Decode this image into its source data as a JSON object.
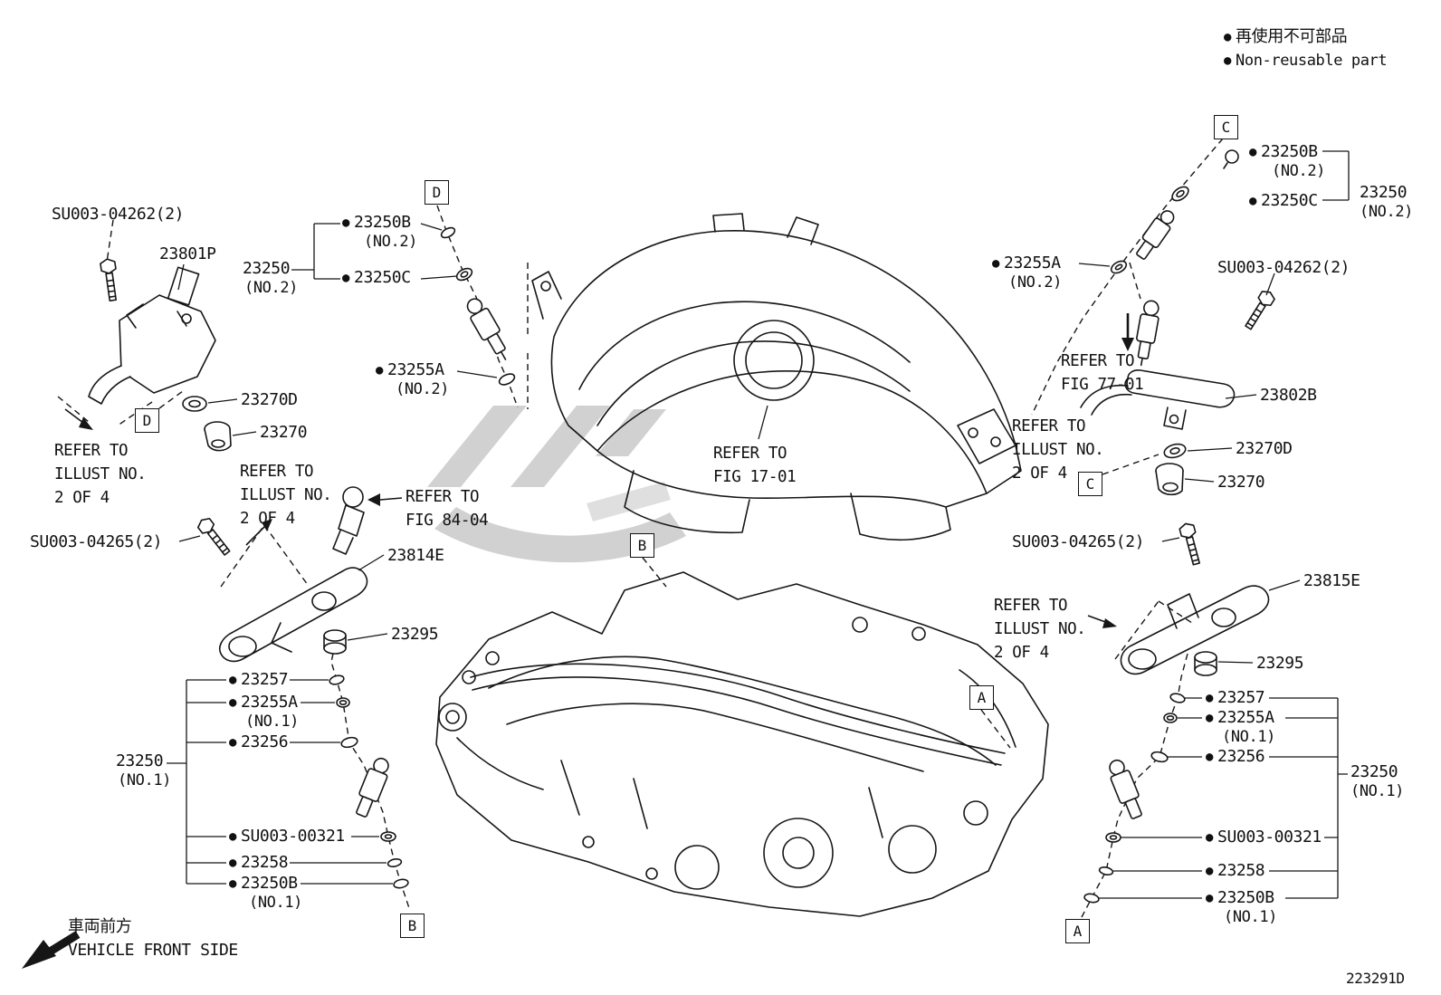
{
  "doc": {
    "drawing_id": "223291D"
  },
  "icons": {
    "non_reusable_dot": "●"
  },
  "legend": {
    "jp": "再使用不可部品",
    "en": "Non-reusable part"
  },
  "front_marker": {
    "jp": "車両前方",
    "en": "VEHICLE FRONT SIDE"
  },
  "callouts": {
    "a": "A",
    "b": "B",
    "c": "C",
    "d": "D"
  },
  "parts": {
    "p23250": "23250",
    "p23250B": "23250B",
    "p23250C": "23250C",
    "p23255A": "23255A",
    "p23256": "23256",
    "p23257": "23257",
    "p23258": "23258",
    "p23270": "23270",
    "p23270D": "23270D",
    "p23295": "23295",
    "p23801P": "23801P",
    "p23802B": "23802B",
    "p23814E": "23814E",
    "p23815E": "23815E",
    "su003_04262": "SU003-04262(2)",
    "su003_04265": "SU003-04265(2)",
    "su003_00321": "SU003-00321",
    "no1": "(NO.1)",
    "no2": "(NO.2)"
  },
  "notes": {
    "refer_to": "REFER TO",
    "illust_no": "ILLUST NO.",
    "two_of_four": "2 OF 4",
    "fig_17_01": "FIG 17-01",
    "fig_77_01": "FIG 77-01",
    "fig_84_04": "FIG 84-04"
  }
}
